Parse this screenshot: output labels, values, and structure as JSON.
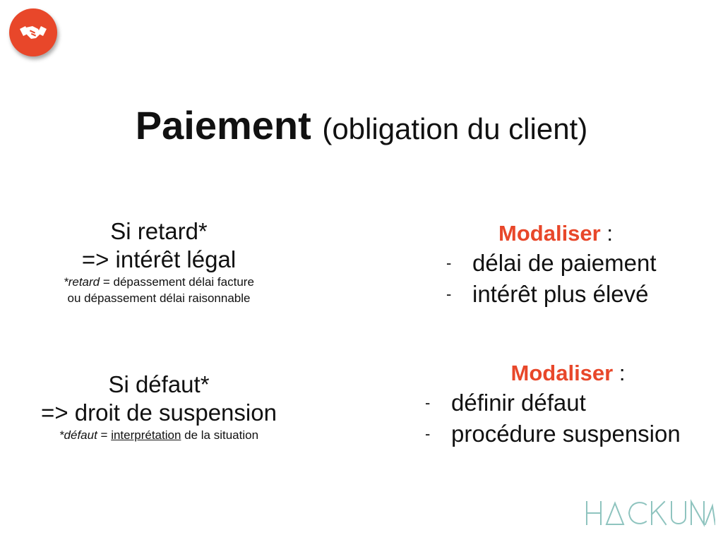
{
  "title": {
    "main": "Paiement",
    "sub": "(obligation du client)"
  },
  "left_top": {
    "line1": "Si retard*",
    "line2": "=> intérêt légal",
    "note_term": "*retard",
    "note_rest": " = dépassement délai facture",
    "note_line2": "ou dépassement délai raisonnable"
  },
  "left_bottom": {
    "line1": "Si défaut*",
    "line2": "=> droit de suspension",
    "note_term": "*défaut",
    "note_eq": " = ",
    "note_underlined": "interprétation",
    "note_rest": " de la situation"
  },
  "right_top": {
    "heading_accent": "Modaliser",
    "heading_suffix": " :",
    "bullets": [
      "délai de paiement",
      "intérêt plus élevé"
    ]
  },
  "right_bottom": {
    "heading_accent": "Modaliser",
    "heading_suffix": " :",
    "bullets": [
      "définir défaut",
      "procédure suspension"
    ]
  },
  "bullet_dash": "-",
  "brand": {
    "logo_text": "HACKUNA",
    "icon": "handshake-icon"
  },
  "colors": {
    "accent": "#e8472a",
    "brand": "#8fc4bf",
    "text": "#111111"
  }
}
